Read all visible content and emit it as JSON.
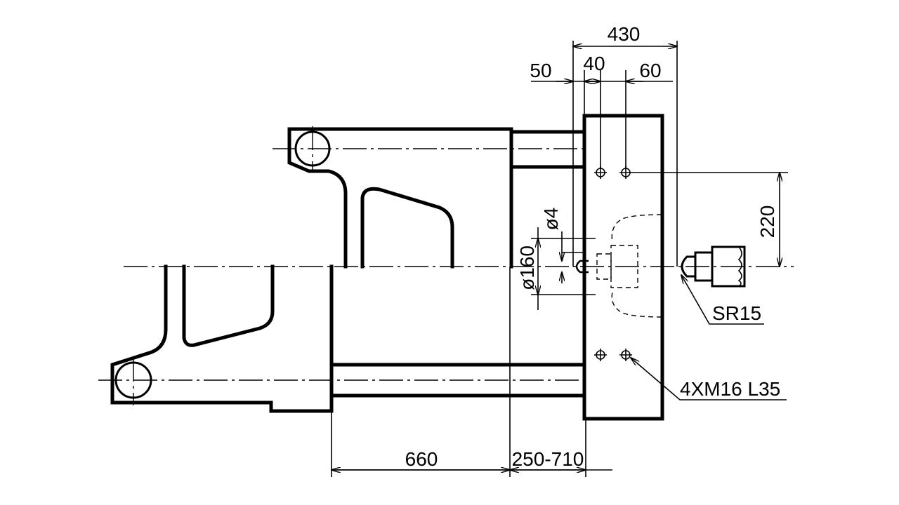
{
  "dimensions": {
    "overall_width": "430",
    "offset_50": "50",
    "offset_40": "40",
    "offset_60": "60",
    "height_220": "220",
    "diameter_4": "ø4",
    "diameter_160": "ø160",
    "sphere_radius": "SR15",
    "bolt_spec": "4XM16 L35",
    "length_660": "660",
    "range_250_710": "250-710"
  }
}
